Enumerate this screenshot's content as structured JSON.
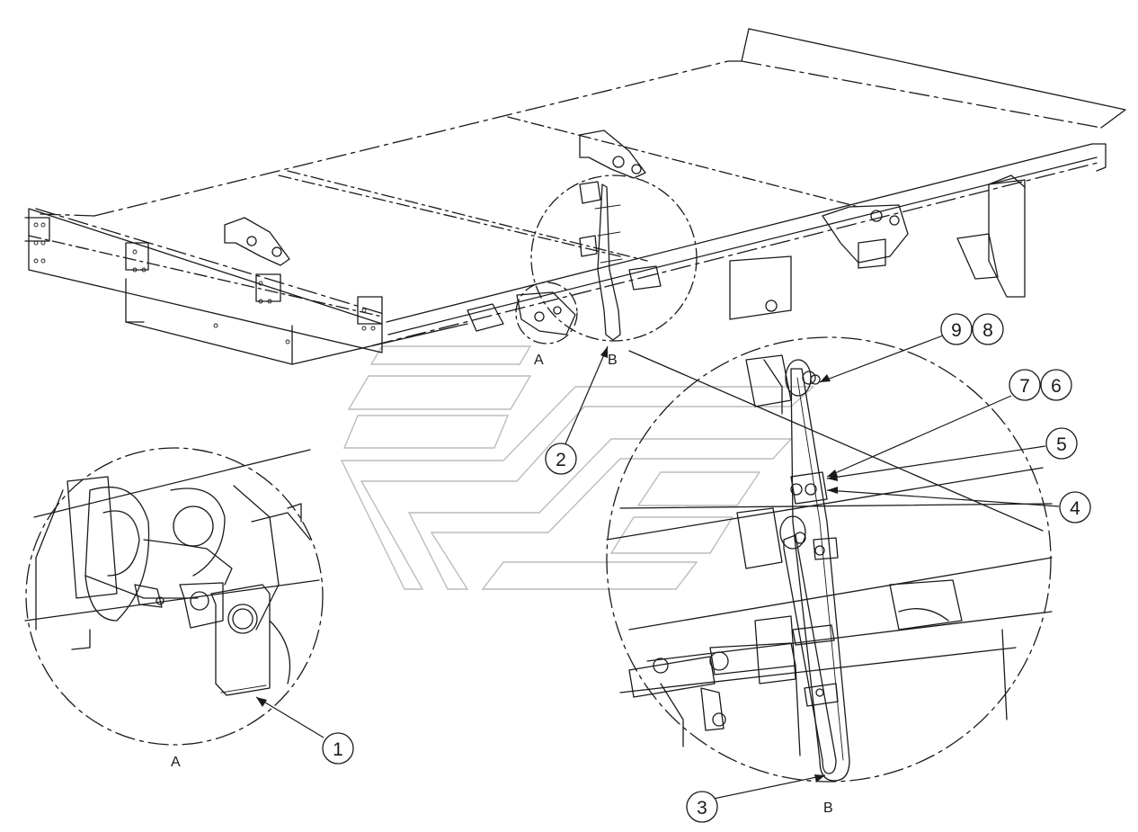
{
  "callouts": [
    {
      "id": "1",
      "text": "1"
    },
    {
      "id": "2",
      "text": "2"
    },
    {
      "id": "3",
      "text": "3"
    },
    {
      "id": "4",
      "text": "4"
    },
    {
      "id": "5",
      "text": "5"
    },
    {
      "id": "6",
      "text": "6"
    },
    {
      "id": "7",
      "text": "7"
    },
    {
      "id": "8",
      "text": "8"
    },
    {
      "id": "9",
      "text": "9"
    }
  ],
  "views": {
    "a_small": "A",
    "b_small": "B",
    "a_detail": "A",
    "b_detail": "B"
  },
  "colors": {
    "line": "#1a1a1a",
    "watermark": "#bcbcbc",
    "background": "#ffffff"
  }
}
